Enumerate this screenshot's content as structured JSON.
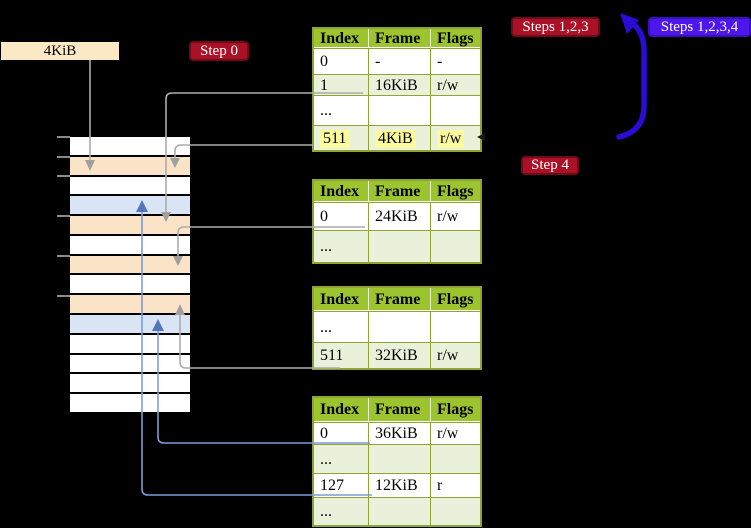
{
  "labels": {
    "page_size": "4KiB",
    "step0": "Step 0",
    "steps123": "Steps 1,2,3",
    "steps1234": "Steps 1,2,3,4",
    "step4": "Step 4"
  },
  "colors": {
    "badge_red": "#ab1126",
    "badge_red_border": "#6f0a19",
    "badge_violet": "#4c16ec",
    "badge_violet_border": "#3a10b8",
    "table_header": "#9cc42f",
    "table_border": "#8ea434",
    "row_shade": "#eaf1da",
    "highlight": "#fbfa9d",
    "wheat": "#fbe9c6",
    "mem_free": "#ffffff",
    "mem_pagetable": "#fbe3c8",
    "mem_mapped": "#d9e5f5",
    "gray_line": "#acacac",
    "blue_line": "#7e9cd4",
    "blue_arrowhead": "#5377b9",
    "thick_arrow": "#2b0bd6"
  },
  "memory": {
    "rows": [
      "free",
      "pagetable",
      "free",
      "mapped",
      "pagetable",
      "free",
      "pagetable",
      "free",
      "pagetable",
      "mapped",
      "free",
      "free",
      "free",
      "free"
    ]
  },
  "tables": [
    {
      "name": "page-table-top",
      "headers": [
        "Index",
        "Frame",
        "Flags"
      ],
      "rows": [
        {
          "cells": [
            "0",
            "-",
            "-"
          ],
          "shaded": false,
          "highlight": false
        },
        {
          "cells": [
            "1",
            "16KiB",
            "r/w"
          ],
          "shaded": true,
          "highlight": false
        },
        {
          "cells": [
            "...",
            "",
            ""
          ],
          "shaded": false,
          "highlight": false
        },
        {
          "cells": [
            "511",
            "4KiB",
            "r/w"
          ],
          "shaded": true,
          "highlight": true
        }
      ]
    },
    {
      "name": "page-table-level2",
      "headers": [
        "Index",
        "Frame",
        "Flags"
      ],
      "rows": [
        {
          "cells": [
            "0",
            "24KiB",
            "r/w"
          ],
          "shaded": false,
          "highlight": false
        },
        {
          "cells": [
            "...",
            "",
            ""
          ],
          "shaded": true,
          "highlight": false
        }
      ]
    },
    {
      "name": "page-table-level3",
      "headers": [
        "Index",
        "Frame",
        "Flags"
      ],
      "rows": [
        {
          "cells": [
            "...",
            "",
            ""
          ],
          "shaded": false,
          "highlight": false
        },
        {
          "cells": [
            "511",
            "32KiB",
            "r/w"
          ],
          "shaded": true,
          "highlight": false
        }
      ]
    },
    {
      "name": "page-table-level4",
      "headers": [
        "Index",
        "Frame",
        "Flags"
      ],
      "rows": [
        {
          "cells": [
            "0",
            "36KiB",
            "r/w"
          ],
          "shaded": false,
          "highlight": false
        },
        {
          "cells": [
            "...",
            "",
            ""
          ],
          "shaded": true,
          "highlight": false
        },
        {
          "cells": [
            "127",
            "12KiB",
            "r"
          ],
          "shaded": false,
          "highlight": false
        },
        {
          "cells": [
            "...",
            "",
            ""
          ],
          "shaded": true,
          "highlight": false
        }
      ]
    }
  ]
}
